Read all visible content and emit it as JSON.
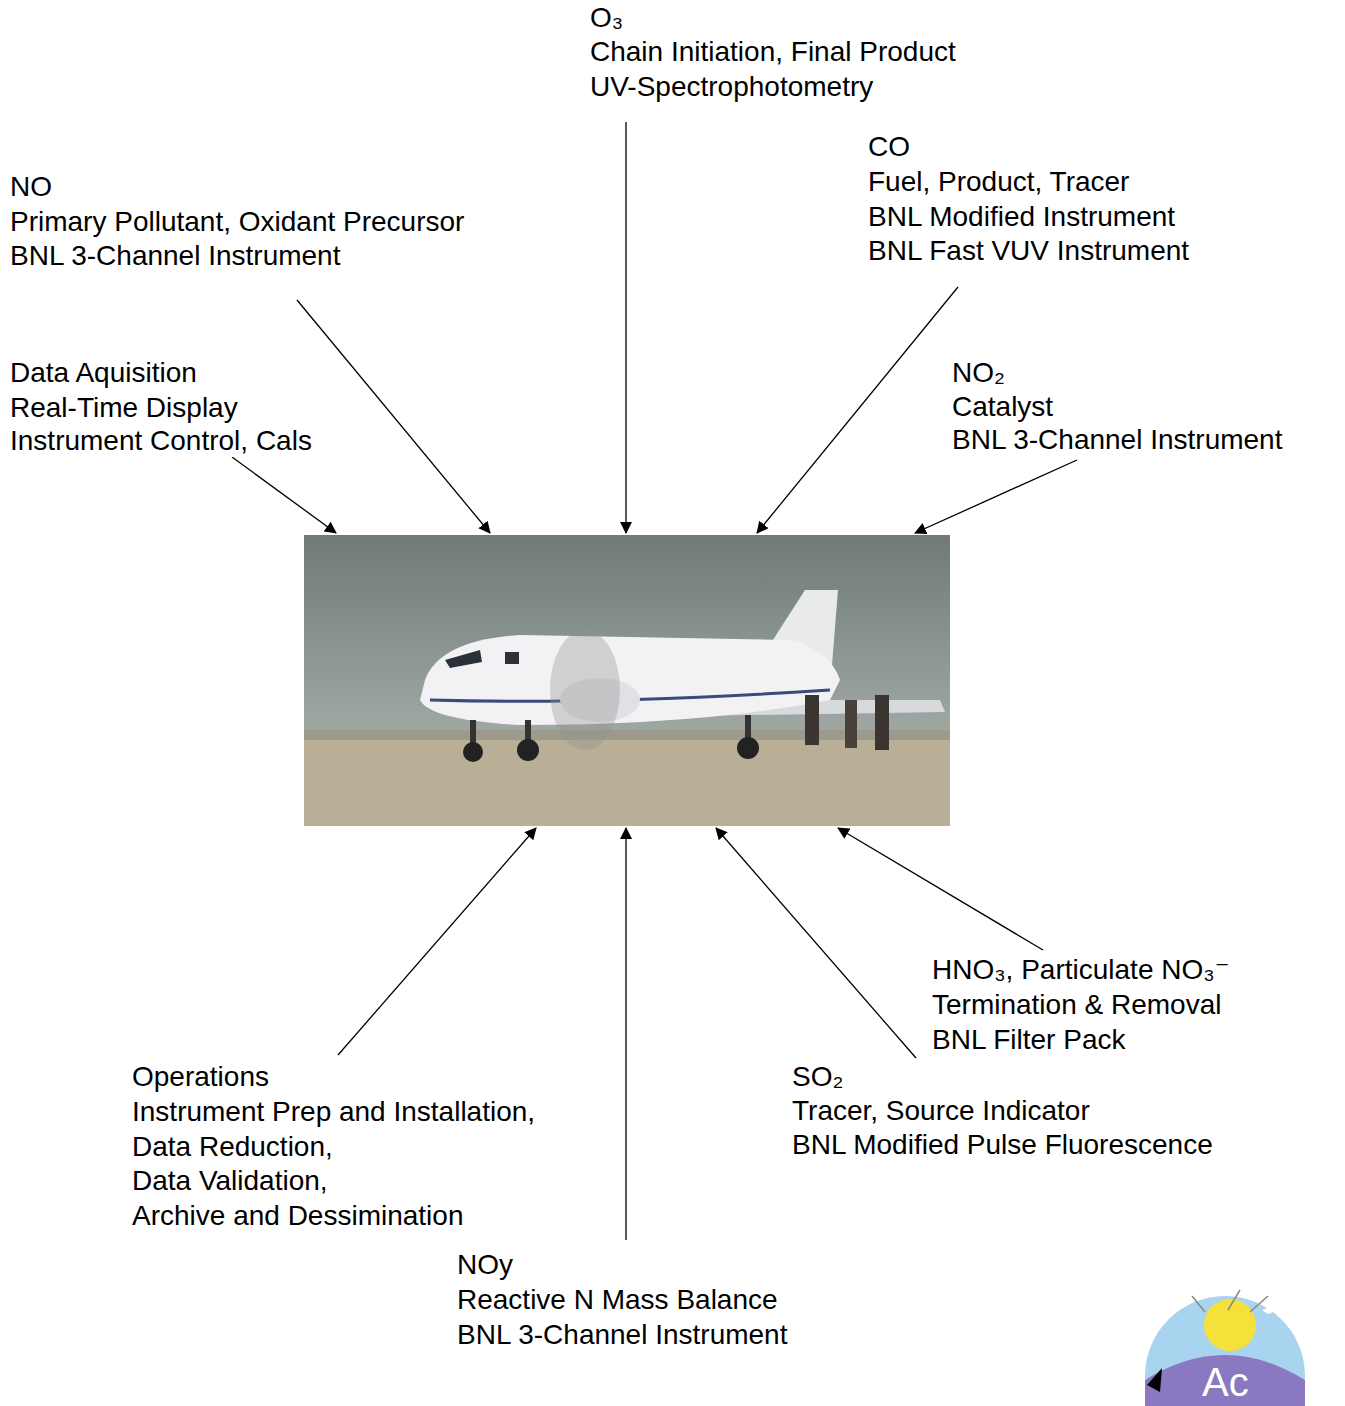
{
  "diagram": {
    "labels": [
      "O₃",
      "Chain Initiation, Final Product",
      "UV-Spectrophotometry",
      "NO",
      "Primary Pollutant, Oxidant Precursor",
      "BNL 3-Channel Instrument",
      "CO",
      "Fuel, Product, Tracer",
      "BNL Modified Instrument",
      "BNL Fast VUV Instrument",
      "Data Aquisition",
      "Real-Time Display",
      "Instrument Control, Cals",
      "NO₂",
      "Catalyst",
      "BNL 3-Channel Instrument",
      "HNO₃, Particulate NO₃⁻",
      "Termination & Removal",
      "BNL Filter Pack",
      "Operations",
      "Instrument Prep and Installation,",
      "Data Reduction,",
      "Data Validation,",
      "Archive and Dessimination",
      "SO₂",
      "Tracer, Source Indicator",
      "BNL Modified Pulse Fluorescence",
      "NOy",
      "Reactive N Mass Balance",
      "BNL 3-Channel Instrument",
      "Ac"
    ]
  }
}
